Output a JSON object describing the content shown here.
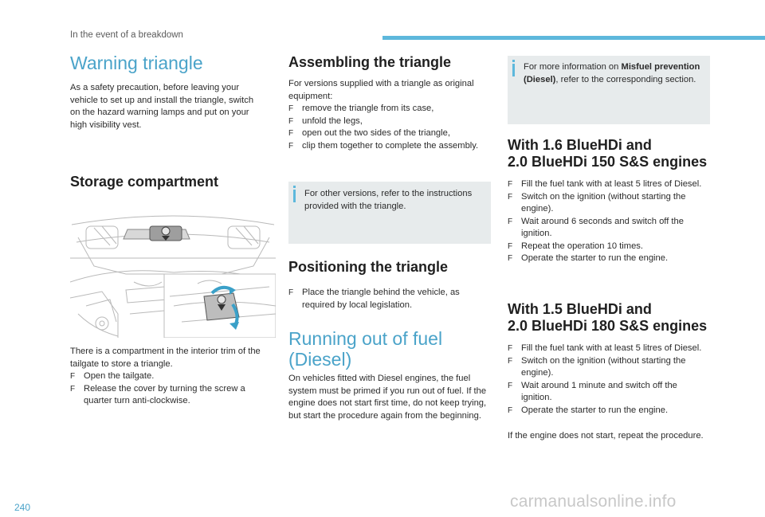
{
  "header": {
    "section": "In the event of a breakdown"
  },
  "col1": {
    "title": "Warning triangle",
    "intro": "As a safety precaution, before leaving your vehicle to set up and install the triangle, switch on the hazard warning lamps and put on your high visibility vest.",
    "storage_title": "Storage compartment",
    "storage_text": "There is a compartment in the interior trim of the tailgate to store a triangle.",
    "storage_steps": [
      "Open the tailgate.",
      "Release the cover by turning the screw a quarter turn anti-clockwise."
    ]
  },
  "col2": {
    "assembling_title": "Assembling the triangle",
    "assembling_intro": "For versions supplied with a triangle as original equipment:",
    "assembling_steps": [
      "remove the triangle from its case,",
      "unfold the legs,",
      "open out the two sides of the triangle,",
      "clip them together to complete the assembly."
    ],
    "info_text": "For other versions, refer to the instructions provided with the triangle.",
    "positioning_title": "Positioning the triangle",
    "positioning_steps": [
      "Place the triangle behind the vehicle, as required by local legislation."
    ],
    "fuel_title_line1": "Running out of fuel",
    "fuel_title_line2": "(Diesel)",
    "fuel_text": "On vehicles fitted with Diesel engines, the fuel system must be primed if you run out of fuel. If the engine does not start first time, do not keep trying, but start the procedure again from the beginning."
  },
  "col3": {
    "info_prefix": "For more information on ",
    "info_bold": "Misfuel prevention (Diesel)",
    "info_suffix": ", refer to the corresponding section.",
    "engine1_line1": "With 1.6 BlueHDi and",
    "engine1_line2": "2.0 BlueHDi 150 S&S engines",
    "engine1_steps": [
      "Fill the fuel tank with at least 5 litres of Diesel.",
      "Switch on the ignition (without starting the engine).",
      "Wait around 6 seconds and switch off the ignition.",
      "Repeat the operation 10 times.",
      "Operate the starter to run the engine."
    ],
    "engine2_line1": "With 1.5 BlueHDi and",
    "engine2_line2": "2.0 BlueHDi 180 S&S engines",
    "engine2_steps": [
      "Fill the fuel tank with at least 5 litres of Diesel.",
      "Switch on the ignition (without starting the engine).",
      "Wait around 1 minute and switch off the ignition.",
      "Operate the starter to run the engine."
    ],
    "engine2_note": "If the engine does not start, repeat the procedure."
  },
  "bullet_mark": "F",
  "page_number": "240",
  "watermark": "carmanualsonline.info",
  "colors": {
    "accent": "#5db8dc",
    "heading_thin": "#4aa3c9",
    "infobox_bg": "#e7ebec"
  }
}
